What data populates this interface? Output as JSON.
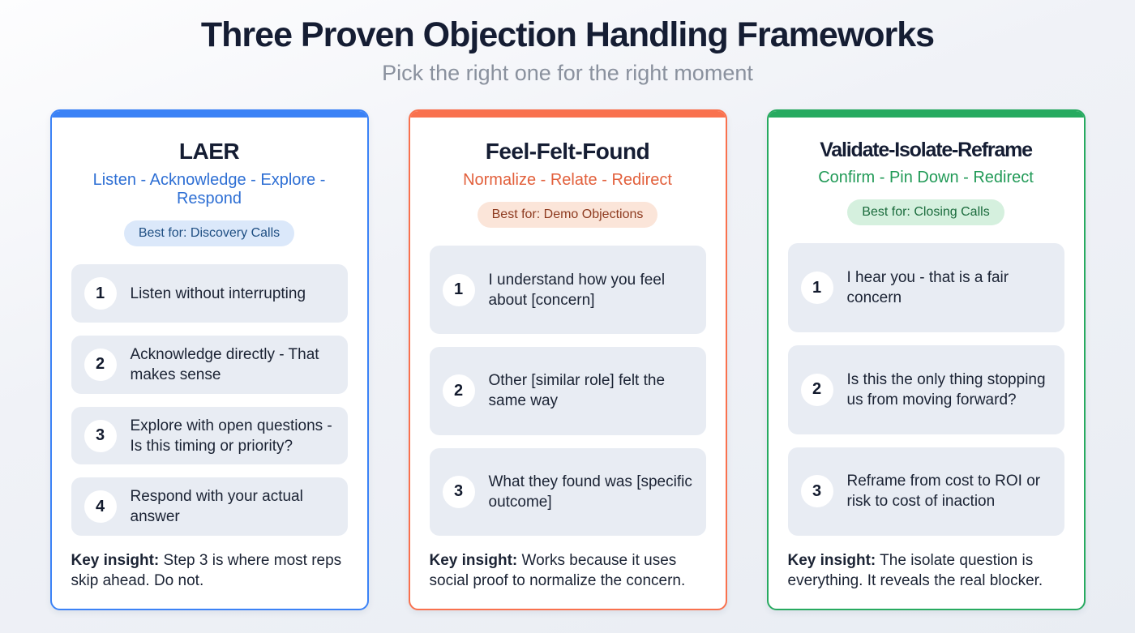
{
  "page": {
    "title": "Three Proven Objection Handling Frameworks",
    "subtitle": "Pick the right one for the right moment"
  },
  "frameworks": [
    {
      "title": "LAER",
      "subtitle": "Listen - Acknowledge - Explore - Respond",
      "badge": "Best for: Discovery Calls",
      "colors": {
        "accent": "#3b82f6",
        "subtitle_text": "#2e6fd4",
        "badge_bg": "#dbe8fa",
        "badge_text": "#1e4e82"
      },
      "steps": [
        {
          "num": "1",
          "text": "Listen without interrupting"
        },
        {
          "num": "2",
          "text": "Acknowledge directly - That makes sense"
        },
        {
          "num": "3",
          "text": "Explore with open questions - Is this timing or priority?"
        },
        {
          "num": "4",
          "text": "Respond with your actual answer"
        }
      ],
      "insight_label": "Key insight:",
      "insight_text": " Step 3 is where most reps skip ahead. Do not."
    },
    {
      "title": "Feel-Felt-Found",
      "subtitle": "Normalize - Relate - Redirect",
      "badge": "Best for: Demo Objections",
      "colors": {
        "accent": "#f9714e",
        "subtitle_text": "#e2603c",
        "badge_bg": "#fbe5d9",
        "badge_text": "#8e3b20"
      },
      "steps": [
        {
          "num": "1",
          "text": "I understand how you feel about [concern]"
        },
        {
          "num": "2",
          "text": "Other [similar role] felt the same way"
        },
        {
          "num": "3",
          "text": "What they found was [specific outcome]"
        }
      ],
      "insight_label": "Key insight:",
      "insight_text": " Works because it uses social proof to normalize the concern."
    },
    {
      "title": "Validate-Isolate-Reframe",
      "subtitle": "Confirm - Pin Down - Redirect",
      "badge": "Best for: Closing Calls",
      "colors": {
        "accent": "#27aa60",
        "subtitle_text": "#219a57",
        "badge_bg": "#d5f0de",
        "badge_text": "#1a6b3c"
      },
      "steps": [
        {
          "num": "1",
          "text": "I hear you - that is a fair concern"
        },
        {
          "num": "2",
          "text": "Is this the only thing stopping us from moving forward?"
        },
        {
          "num": "3",
          "text": "Reframe from cost to ROI or risk to cost of inaction"
        }
      ],
      "insight_label": "Key insight:",
      "insight_text": " The isolate question is everything. It reveals the real blocker."
    }
  ]
}
